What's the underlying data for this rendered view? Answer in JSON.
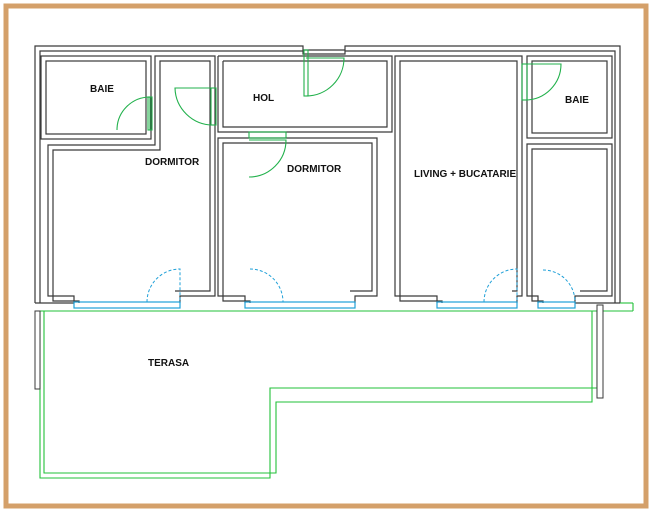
{
  "colors": {
    "frame": "#d4a06a",
    "wall": "#3a3a3a",
    "wall_fill": "#ffffff",
    "door": "#22b14c",
    "window": "#1fa0d8",
    "terrace_outline": "#22c13a"
  },
  "rooms": {
    "baie_left": "BAIE",
    "hol": "HOL",
    "baie_right": "BAIE",
    "dormitor_left": "DORMITOR",
    "dormitor_middle": "DORMITOR",
    "living": "LIVING + BUCATARIE",
    "terasa": "TERASA"
  }
}
